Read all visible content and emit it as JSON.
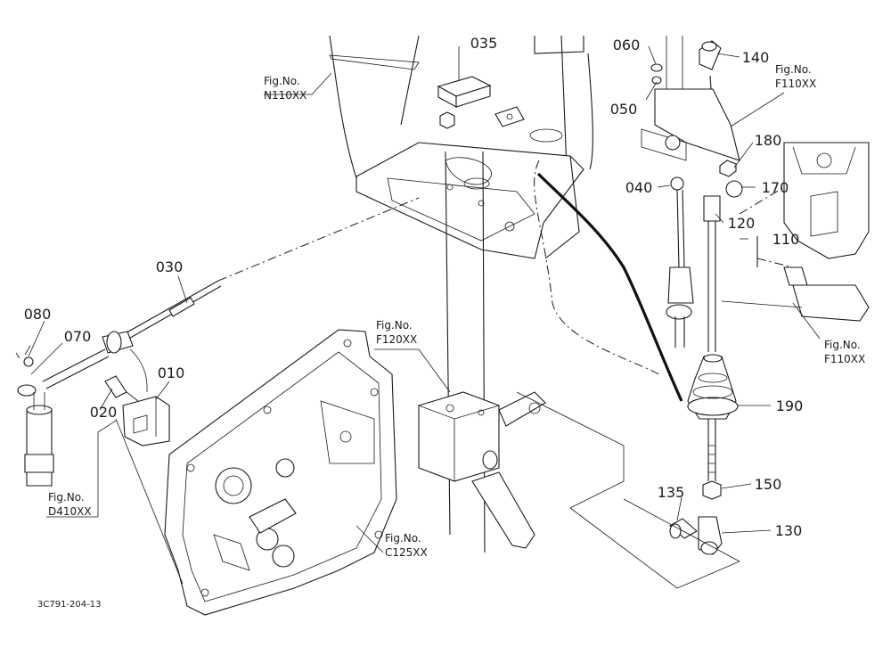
{
  "callouts": {
    "p035": "035",
    "p060": "060",
    "p050": "050",
    "p140": "140",
    "p180": "180",
    "p170": "170",
    "p040": "040",
    "p120": "120",
    "p110": "110",
    "p190": "190",
    "p150": "150",
    "p135": "135",
    "p130": "130",
    "p030": "030",
    "p080": "080",
    "p070": "070",
    "p010": "010",
    "p020": "020"
  },
  "figrefs": [
    {
      "prefix": "Fig.No.",
      "code": "N110XX"
    },
    {
      "prefix": "Fig.No.",
      "code": "F110XX"
    },
    {
      "prefix": "Fig.No.",
      "code": "F120XX"
    },
    {
      "prefix": "Fig.No.",
      "code": "F110XX"
    },
    {
      "prefix": "Fig.No.",
      "code": "D410XX"
    },
    {
      "prefix": "Fig.No.",
      "code": "C125XX"
    }
  ],
  "drawing_number": "3C791-204-13"
}
